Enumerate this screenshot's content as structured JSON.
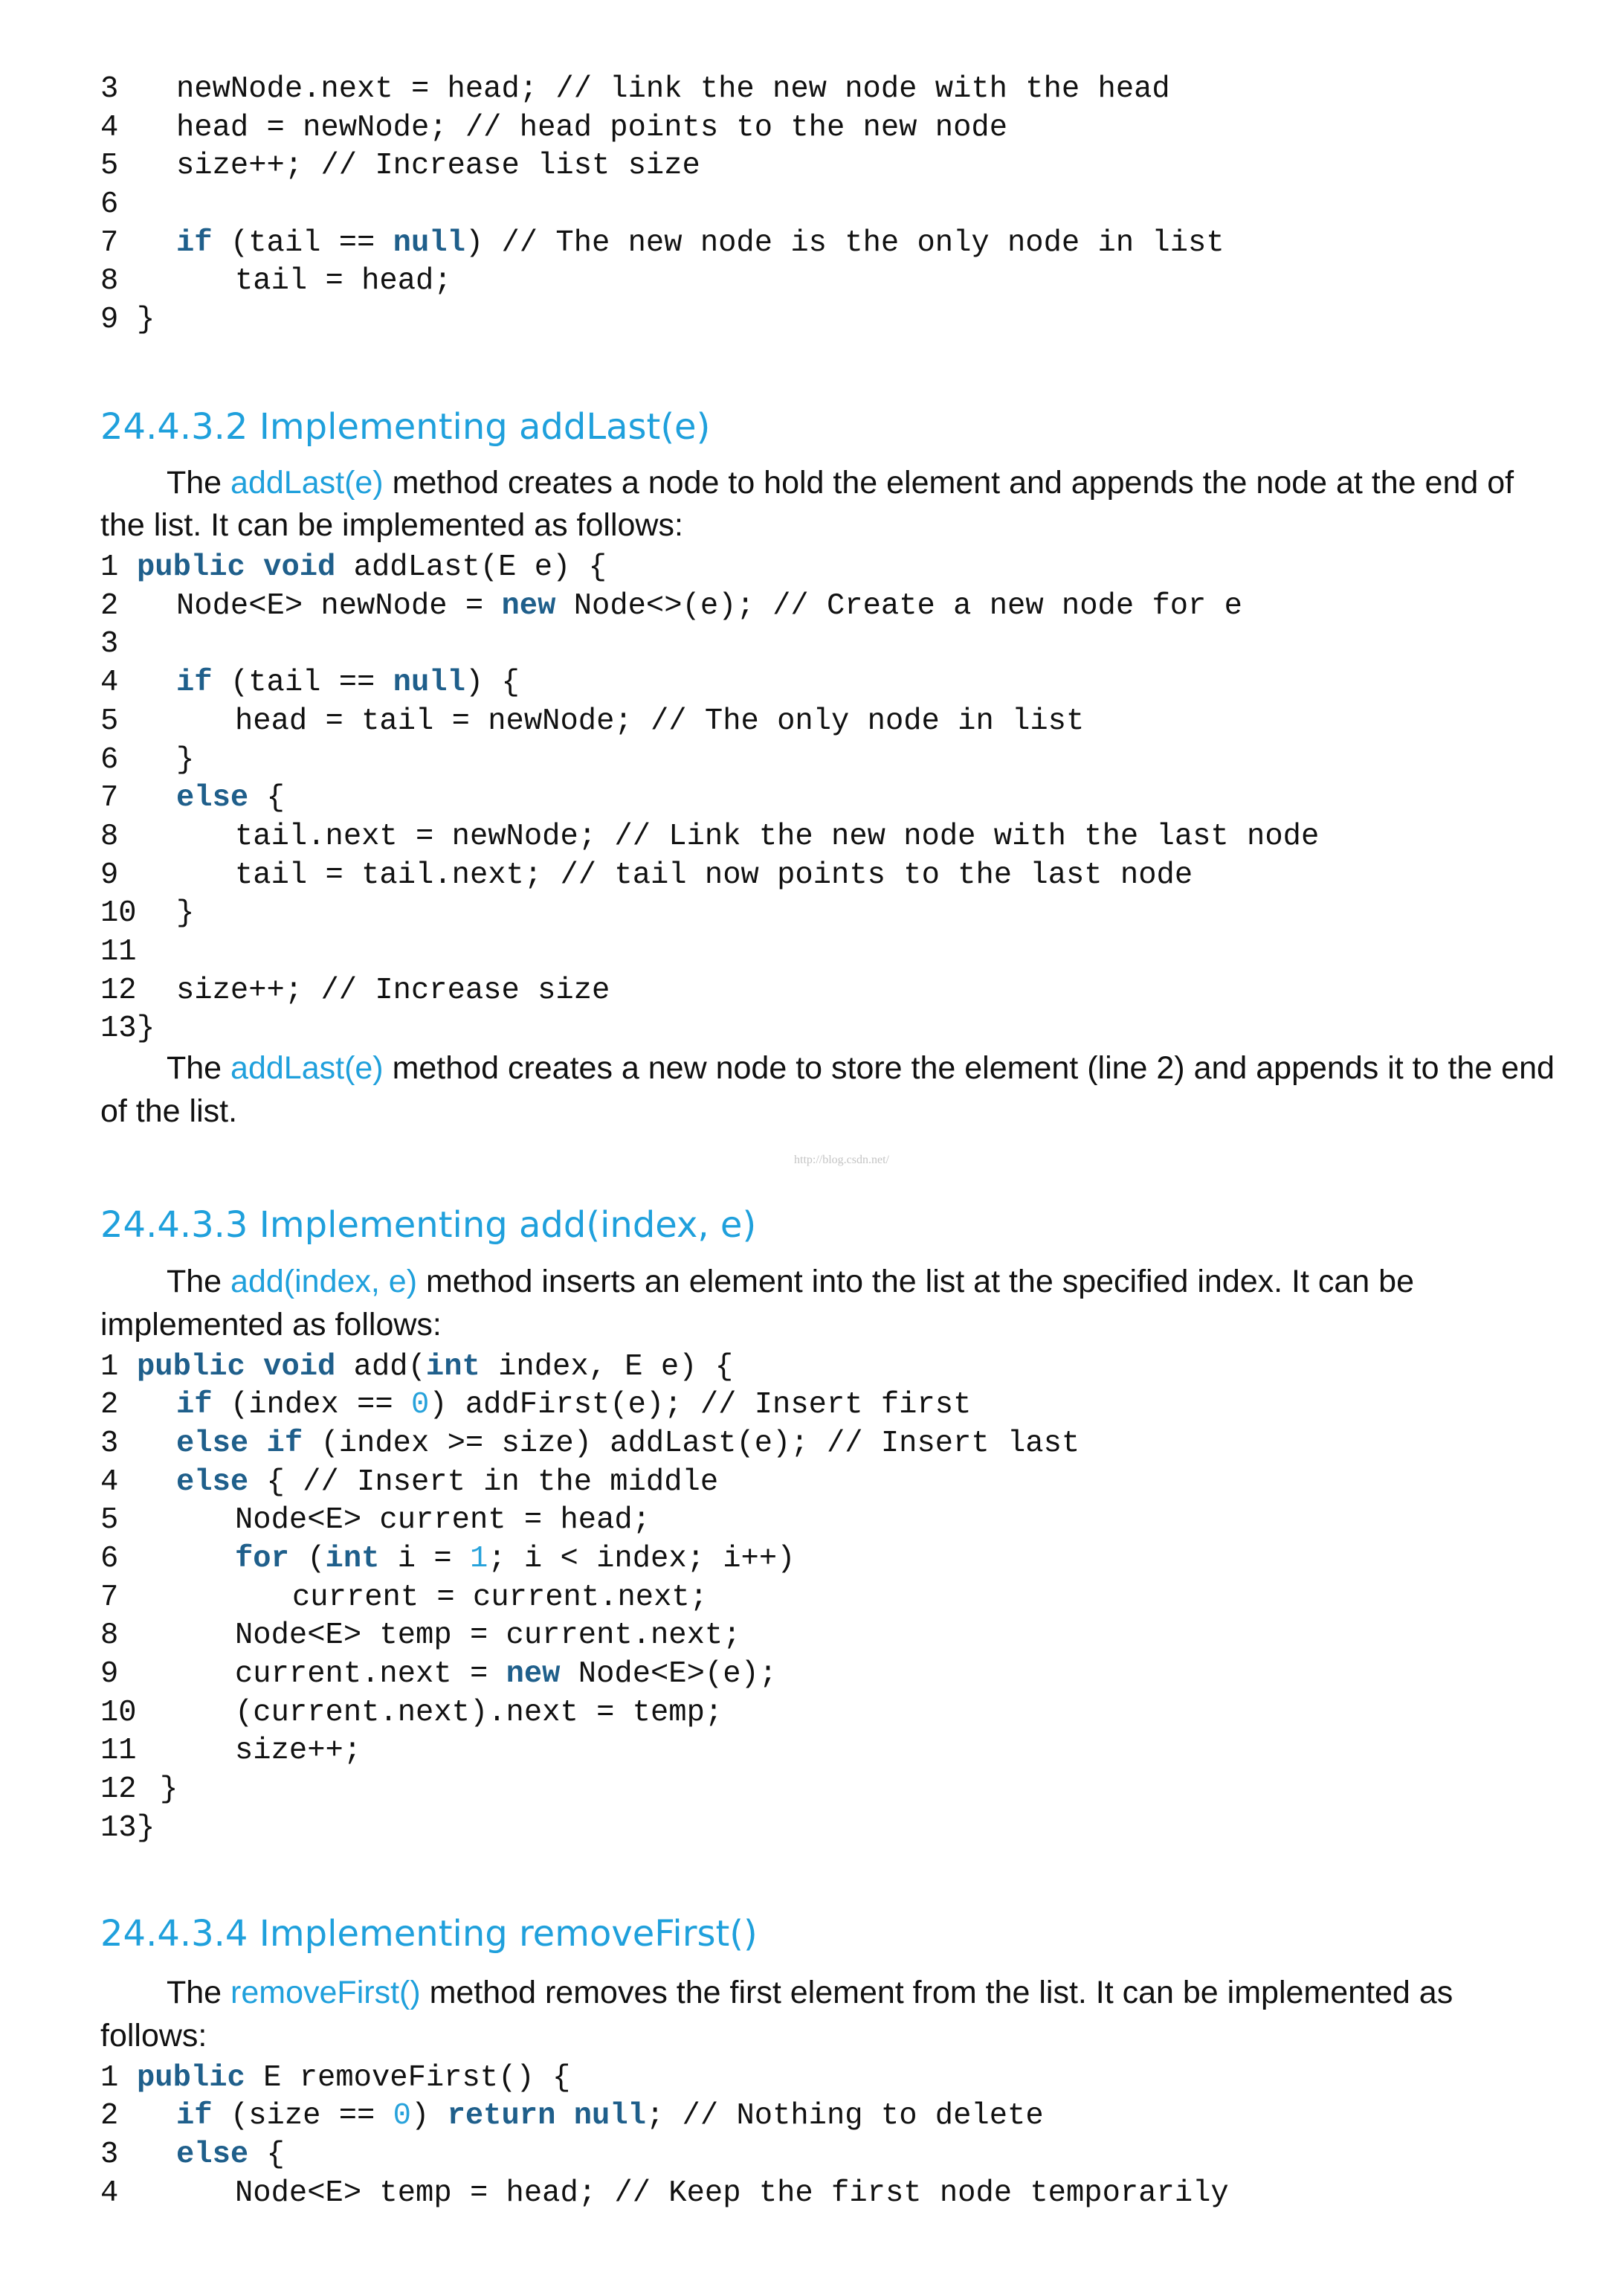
{
  "colors": {
    "heading": "#1fa0dc",
    "keyword": "#1f5f8b",
    "number": "#27a2db",
    "text": "#111111",
    "watermark": "#c4c4c4"
  },
  "watermark": "http://blog.csdn.net/",
  "continued_code": [
    {
      "n": "3",
      "code": "newNode.next = head; // link the new node with the head"
    },
    {
      "n": "4",
      "code": "head = newNode; // head points to the new node"
    },
    {
      "n": "5",
      "code": "size++; // Increase list size"
    },
    {
      "n": "6",
      "code": ""
    },
    {
      "n": "7",
      "code": "if (tail == null) // The new node is the only node in list"
    },
    {
      "n": "8",
      "code": "tail = head;"
    },
    {
      "n": "9",
      "code": "}"
    }
  ],
  "sections": [
    {
      "heading": "24.4.3.2 Implementing addLast(e)",
      "intro": {
        "lead": "The ",
        "method": "addLast(e)",
        "rest": " method creates a node to hold the element and appends the node at the end of",
        "line2": "the list. It can be implemented as follows:"
      },
      "code": [
        {
          "n": "1",
          "code": "public void addLast(E e) {"
        },
        {
          "n": "2",
          "code": "Node<E> newNode = new Node<>(e); // Create a new node for e"
        },
        {
          "n": "3",
          "code": ""
        },
        {
          "n": "4",
          "code": "if (tail == null) {"
        },
        {
          "n": "5",
          "code": "head = tail = newNode; // The only node in list"
        },
        {
          "n": "6",
          "code": "}"
        },
        {
          "n": "7",
          "code": "else {"
        },
        {
          "n": "8",
          "code": "tail.next = newNode; // Link the new node with the last node"
        },
        {
          "n": "9",
          "code": "tail = tail.next; // tail now points to the last node"
        },
        {
          "n": "10",
          "code": "}"
        },
        {
          "n": "11",
          "code": ""
        },
        {
          "n": "12",
          "code": "size++; // Increase size"
        },
        {
          "n": "13",
          "code": "}"
        }
      ],
      "after": {
        "lead": "The ",
        "method": "addLast(e)",
        "rest": " method creates a new node to store the element (line 2) and appends it to the end",
        "line2": "of the list."
      }
    },
    {
      "heading": "24.4.3.3 Implementing add(index, e)",
      "intro": {
        "lead": "The ",
        "method": "add(index, e)",
        "rest": " method inserts an element into the list at the specified index. It can be",
        "line2": "implemented as follows:"
      },
      "code": [
        {
          "n": "1",
          "code": "public void add(int index, E e) {"
        },
        {
          "n": "2",
          "code": "if (index == 0) addFirst(e); // Insert first"
        },
        {
          "n": "3",
          "code": "else if (index >= size) addLast(e); // Insert last"
        },
        {
          "n": "4",
          "code": "else { // Insert in the middle"
        },
        {
          "n": "5",
          "code": "Node<E> current = head;"
        },
        {
          "n": "6",
          "code": "for (int i = 1; i < index; i++)"
        },
        {
          "n": "7",
          "code": "current = current.next;"
        },
        {
          "n": "8",
          "code": "Node<E> temp = current.next;"
        },
        {
          "n": "9",
          "code": "current.next = new Node<E>(e);"
        },
        {
          "n": "10",
          "code": "(current.next).next = temp;"
        },
        {
          "n": "11",
          "code": "size++;"
        },
        {
          "n": "12",
          "code": "}"
        },
        {
          "n": "13",
          "code": "}"
        }
      ]
    },
    {
      "heading": "24.4.3.4 Implementing removeFirst()",
      "intro": {
        "lead": "The ",
        "method": "removeFirst()",
        "rest": " method removes the first element from the list. It can be implemented as",
        "line2": "follows:"
      },
      "code": [
        {
          "n": "1",
          "code": "public E removeFirst() {"
        },
        {
          "n": "2",
          "code": "if (size == 0) return null; // Nothing to delete"
        },
        {
          "n": "3",
          "code": "else {"
        },
        {
          "n": "4",
          "code": "Node<E> temp = head; // Keep the first node temporarily"
        }
      ]
    }
  ]
}
